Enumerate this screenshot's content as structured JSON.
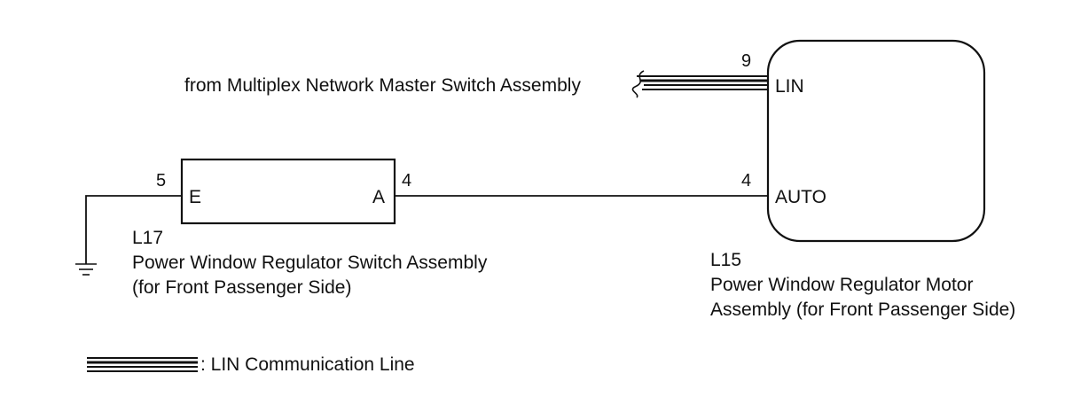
{
  "colors": {
    "line": "#111111",
    "background": "#ffffff"
  },
  "source_note": "from Multiplex Network Master Switch Assembly",
  "motor": {
    "code": "L15",
    "name_line1": "Power Window Regulator Motor",
    "name_line2": "Assembly (for Front Passenger Side)",
    "pin_lin": {
      "number": "9",
      "name": "LIN"
    },
    "pin_auto": {
      "number": "4",
      "name": "AUTO"
    }
  },
  "switch": {
    "code": "L17",
    "name_line1": "Power Window Regulator Switch Assembly",
    "name_line2": "(for Front Passenger Side)",
    "pin_e": {
      "number": "5",
      "name": "E"
    },
    "pin_a": {
      "number": "4",
      "name": "A"
    }
  },
  "legend": {
    "label": ": LIN Communication Line"
  }
}
